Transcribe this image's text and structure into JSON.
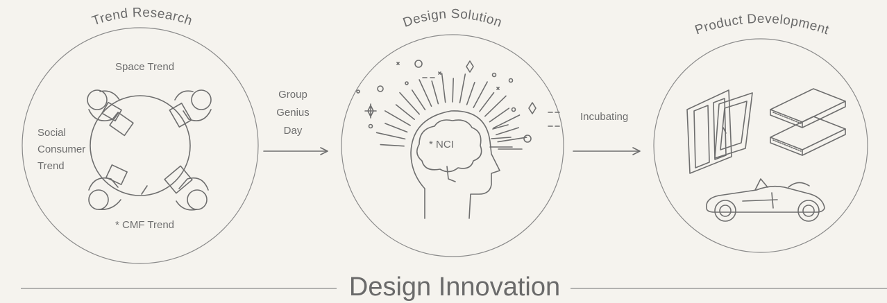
{
  "stages": [
    {
      "title": "Trend Research",
      "labels": {
        "top": "Space Trend",
        "left": [
          "Social",
          "Consumer",
          "Trend"
        ],
        "bottom": "* CMF Trend"
      }
    },
    {
      "title": "Design Solution",
      "labels": {
        "center": "* NCI"
      }
    },
    {
      "title": "Product Development"
    }
  ],
  "arrows": [
    {
      "label": [
        "Group",
        "Genius",
        "Day"
      ]
    },
    {
      "label": "Incubating"
    }
  ],
  "footer": "Design Innovation",
  "icons": [
    "meeting-table-illustration",
    "head-brain-illustration",
    "window-frame-illustration",
    "panel-boards-illustration",
    "convertible-car-illustration"
  ],
  "colors": {
    "background": "#f5f3ee",
    "line": "#6e6e6e"
  }
}
